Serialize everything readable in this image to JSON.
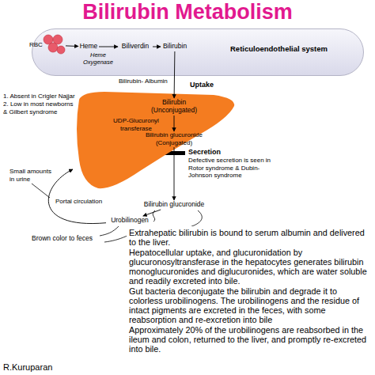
{
  "diagram": {
    "title": "Bilirubin Metabolism",
    "nodes": [
      {
        "text": [
          "Reticuloendothelial system"
        ]
      },
      {
        "text": [
          "RBC"
        ],
        "in": 0
      },
      {
        "text": [
          "Heme"
        ],
        "in": 0
      },
      {
        "text": [
          "Biliverdin"
        ],
        "in": 0
      },
      {
        "text": [
          "Bilirubin"
        ],
        "in": 0
      },
      {
        "text": [
          "Uptake"
        ]
      },
      {
        "text": [
          "Bilirubin (Unconjugated)"
        ],
        "in": 5
      },
      {
        "text": [
          "UDP-Glucuronyl transferase"
        ],
        "in": 5
      },
      {
        "text": [
          "Bilirubin glucuronide (Conjugated)"
        ],
        "in": 5
      },
      {
        "text": [
          "Bilirubin glucuronide"
        ]
      },
      {
        "text": [
          "Urobilinogen"
        ]
      },
      {
        "text": [
          "Extrahepatic bilirubin is bound to serum albumin and delivered to the liver.",
          "Hepatocellular uptake, and glucuronidation by glucuronosyltransferase in the hepatocytes generates bilirubin monoglucuronides and diglucuronides, which are water soluble and readily excreted into bile.",
          "Gut bacteria deconjugate the bilirubin and degrade it to colorless urobilinogens. The urobilinogens and the residue of intact pigments are excreted in the feces, with some reabsorption and re-excretion into bile",
          "Approximately 20% of the urobilinogens are reabsorbed in the ileum and colon, returned to the liver, and promptly re-excreted into bile."
        ]
      }
    ],
    "edges": [
      {
        "from": 1,
        "to": 2,
        "arrow": "to"
      },
      {
        "from": 2,
        "to": 3,
        "label": "Heme Oxygenase",
        "arrow": "to"
      },
      {
        "from": 3,
        "to": 4,
        "arrow": "to"
      },
      {
        "from": 4,
        "to": 6,
        "label": "Bilirubin- Albumin",
        "arrow": "to"
      },
      {
        "from": 6,
        "to": 8,
        "arrow": "to"
      },
      {
        "from": 8,
        "to": 9,
        "arrow": "to"
      },
      {
        "from": 9,
        "to": 10,
        "arrow": "to"
      },
      {
        "from": 10,
        "to": 5,
        "label": "Portal circulation",
        "arrow": "to"
      }
    ],
    "labels": [
      "1. Absent in Crigler Najjar",
      "2. Low in most newborns & Gilbert syndrome",
      "Secretion",
      "Defective secretion is seen in Rotor syndrome & Dubin-Johnson syndrome",
      "Small amounts in urine",
      "Brown color to feces",
      "R.Kuruparan"
    ]
  }
}
